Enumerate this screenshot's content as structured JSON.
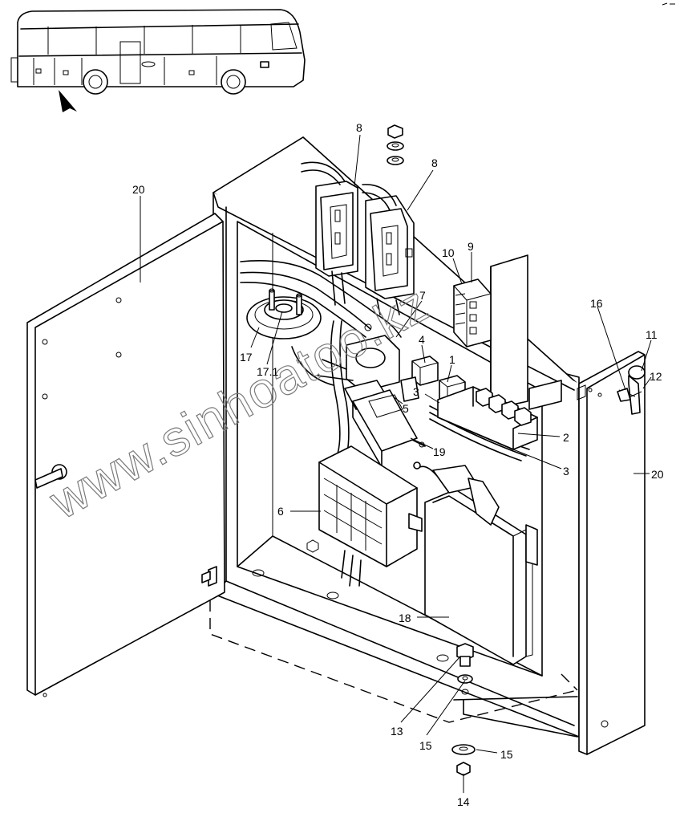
{
  "watermark": "www.sinhoatoo.kz",
  "callouts": [
    {
      "id": "c8a",
      "text": "8"
    },
    {
      "id": "c8b",
      "text": "8"
    },
    {
      "id": "c20a",
      "text": "20"
    },
    {
      "id": "c20b",
      "text": "20"
    },
    {
      "id": "c10",
      "text": "10"
    },
    {
      "id": "c9",
      "text": "9"
    },
    {
      "id": "c7",
      "text": "7"
    },
    {
      "id": "c4",
      "text": "4"
    },
    {
      "id": "c1",
      "text": "1"
    },
    {
      "id": "c3a",
      "text": "3"
    },
    {
      "id": "c5",
      "text": "5"
    },
    {
      "id": "c2",
      "text": "2"
    },
    {
      "id": "c3b",
      "text": "3"
    },
    {
      "id": "c19",
      "text": "19"
    },
    {
      "id": "c17",
      "text": "17"
    },
    {
      "id": "c171",
      "text": "17.1"
    },
    {
      "id": "c6",
      "text": "6"
    },
    {
      "id": "c16",
      "text": "16"
    },
    {
      "id": "c11",
      "text": "11"
    },
    {
      "id": "c12",
      "text": "12"
    },
    {
      "id": "c18",
      "text": "18"
    },
    {
      "id": "c13",
      "text": "13"
    },
    {
      "id": "c15a",
      "text": "15"
    },
    {
      "id": "c15b",
      "text": "15"
    },
    {
      "id": "c14",
      "text": "14"
    }
  ]
}
